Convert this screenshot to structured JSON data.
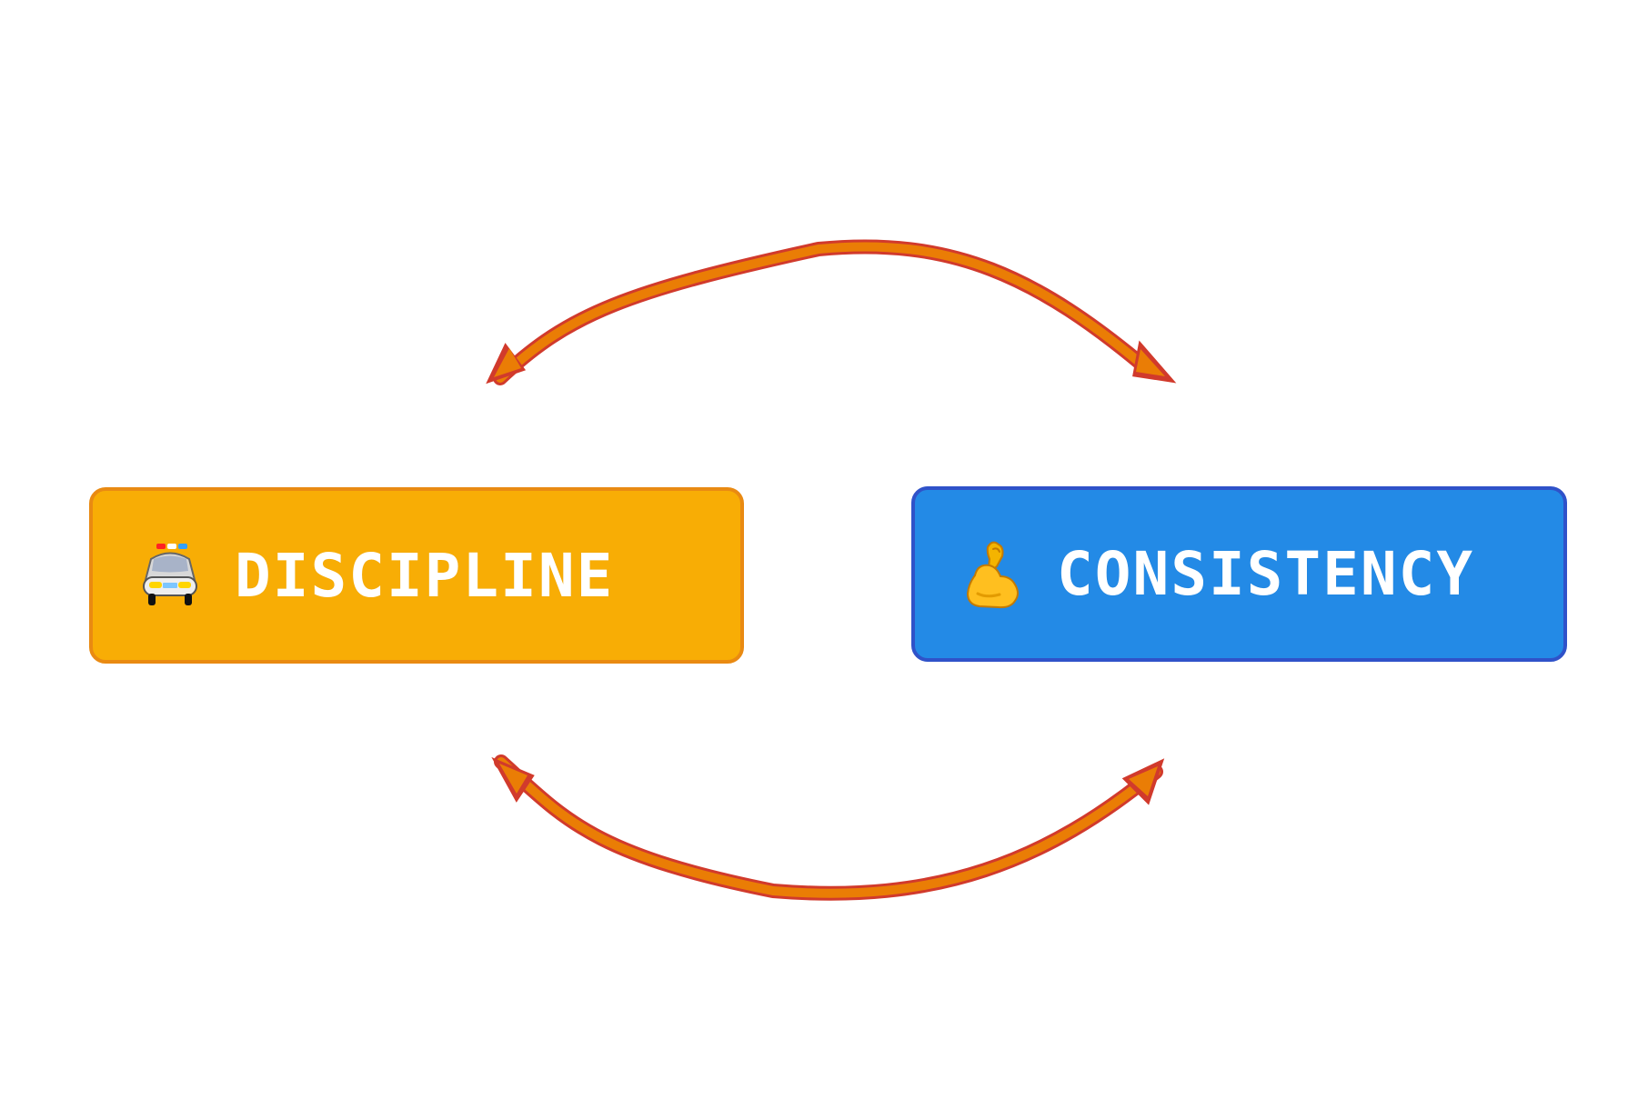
{
  "canvas": {
    "background": "#ffffff"
  },
  "nodes": [
    {
      "id": "discipline",
      "label": "DISCIPLINE",
      "icon": "police-car-icon",
      "fill": "#f8ad05",
      "border": "#e98a12"
    },
    {
      "id": "consistency",
      "label": "CONSISTENCY",
      "icon": "flexed-biceps-icon",
      "fill": "#238ae6",
      "border": "#2f52c9"
    }
  ],
  "connectors": {
    "fill": "#ea7d05",
    "outline": "#d13a2c",
    "items": [
      {
        "id": "top-arc",
        "from": "discipline",
        "to": "consistency",
        "arrowheads": "both"
      },
      {
        "id": "bottom-arc",
        "from": "consistency",
        "to": "discipline",
        "arrowheads": "both"
      }
    ]
  }
}
